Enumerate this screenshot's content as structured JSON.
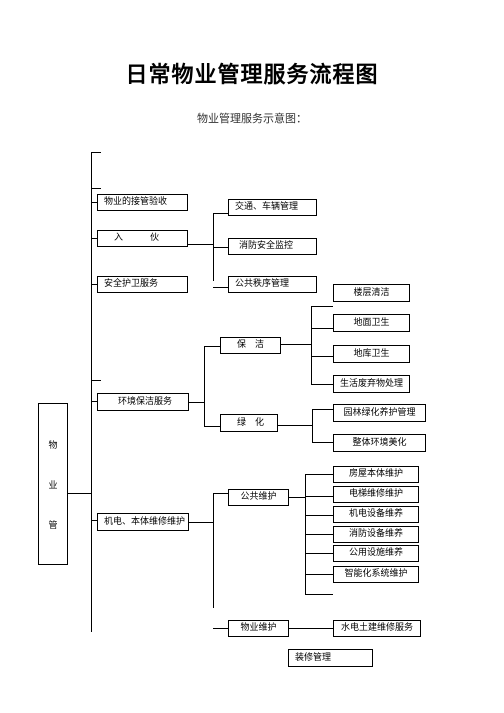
{
  "title": "日常物业管理服务流程图",
  "subtitle": "物业管理服务示意图：",
  "root": {
    "chars": [
      "物",
      "业",
      "管"
    ]
  },
  "level1": {
    "acceptance": "物业的接管验收",
    "move_in": "入　　　伙",
    "security": "安全护卫服务",
    "cleaning_env": "环境保洁服务",
    "mep": "机电、本体维修维护"
  },
  "security_children": {
    "traffic": "交通、车辆管理",
    "fire": "消防安全监控",
    "order": "公共秩序管理"
  },
  "env_children": {
    "cleaning": "保　洁",
    "greening": "绿　化"
  },
  "cleaning_children": [
    "楼层清洁",
    "地面卫生",
    "地库卫生",
    "生活废弃物处理"
  ],
  "greening_children": [
    "园林绿化养护管理",
    "整体环境美化"
  ],
  "mep_children": {
    "public": "公共维护",
    "property": "物业维护"
  },
  "public_children": [
    "房屋本体维护",
    "电梯维修维护",
    "机电设备维养",
    "消防设备维养",
    "公用设施维养",
    "智能化系统维护"
  ],
  "property_children": [
    "水电土建维修服务"
  ],
  "decoration": "装修管理"
}
